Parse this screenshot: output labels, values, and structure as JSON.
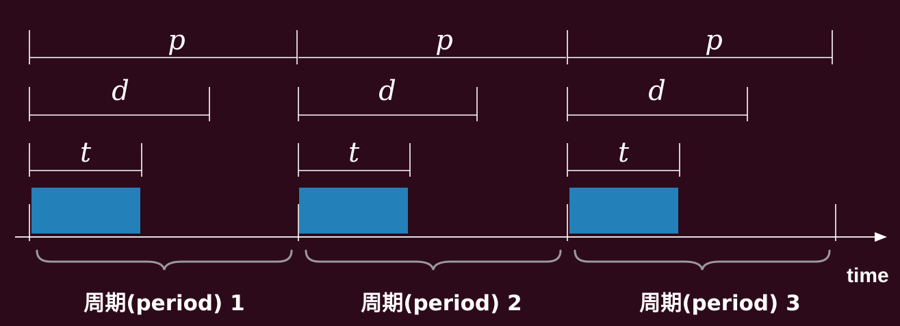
{
  "labels": {
    "period_symbol": "p",
    "deadline_symbol": "d",
    "exec_symbol": "t",
    "axis_label": "time"
  },
  "periods": [
    {
      "caption": "周期(period) 1"
    },
    {
      "caption": "周期(period) 2"
    },
    {
      "caption": "周期(period) 3"
    }
  ],
  "colors": {
    "background": "#2d0a1a",
    "task_block": "#2480b8",
    "lines": "#ffffff",
    "braces": "#9a9a9a"
  }
}
